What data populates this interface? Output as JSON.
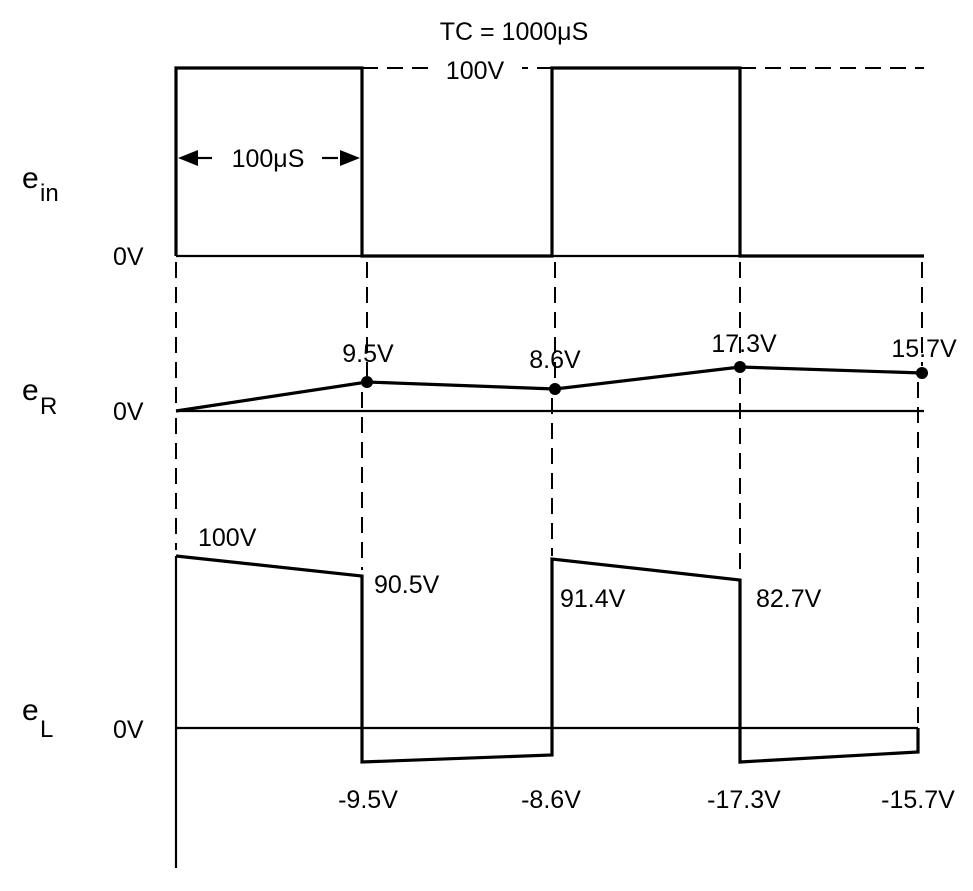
{
  "title": "TC = 1000μS",
  "pulse_width_label": "100μS",
  "signals": {
    "e_in": {
      "symbol": "e",
      "subscript": "in",
      "zero_label": "0V",
      "high_label": "100V"
    },
    "e_R": {
      "symbol": "e",
      "subscript": "R",
      "zero_label": "0V",
      "point_labels": [
        "9.5V",
        "8.6V",
        "17.3V",
        "15.7V"
      ]
    },
    "e_L": {
      "symbol": "e",
      "subscript": "L",
      "zero_label": "0V",
      "upper_labels": [
        "100V",
        "90.5V",
        "91.4V",
        "82.7V"
      ],
      "lower_labels": [
        "-9.5V",
        "-8.6V",
        "-17.3V",
        "-15.7V"
      ]
    }
  }
}
